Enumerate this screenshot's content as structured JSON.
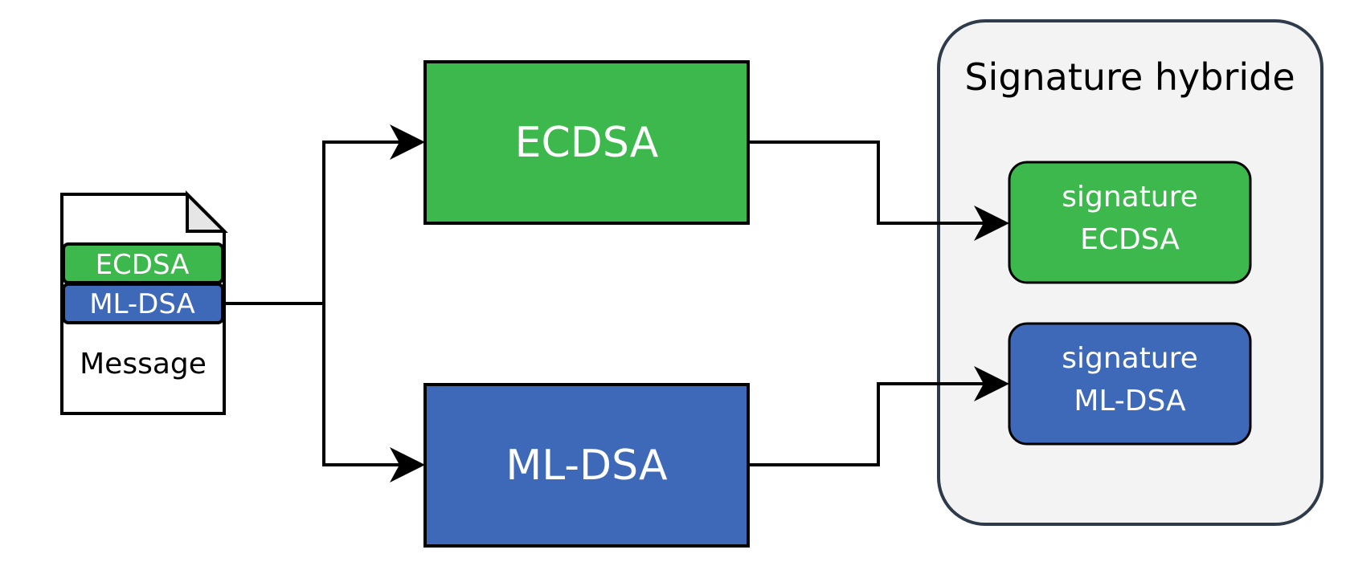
{
  "colors": {
    "green": "#3cb84c",
    "blue": "#3d69b8",
    "panel_fill": "#f3f3f3",
    "panel_border": "#2e3b4a",
    "stroke": "#000000",
    "text_light": "#ffffff",
    "text_dark": "#000000"
  },
  "message_doc": {
    "label": "Message",
    "ecdsa_tag": "ECDSA",
    "mldsa_tag": "ML-DSA"
  },
  "algorithms": {
    "ecdsa": "ECDSA",
    "mldsa": "ML-DSA"
  },
  "hybrid_panel": {
    "title": "Signature hybride",
    "sig_ecdsa": {
      "line1": "signature",
      "line2": "ECDSA"
    },
    "sig_mldsa": {
      "line1": "signature",
      "line2": "ML-DSA"
    }
  }
}
